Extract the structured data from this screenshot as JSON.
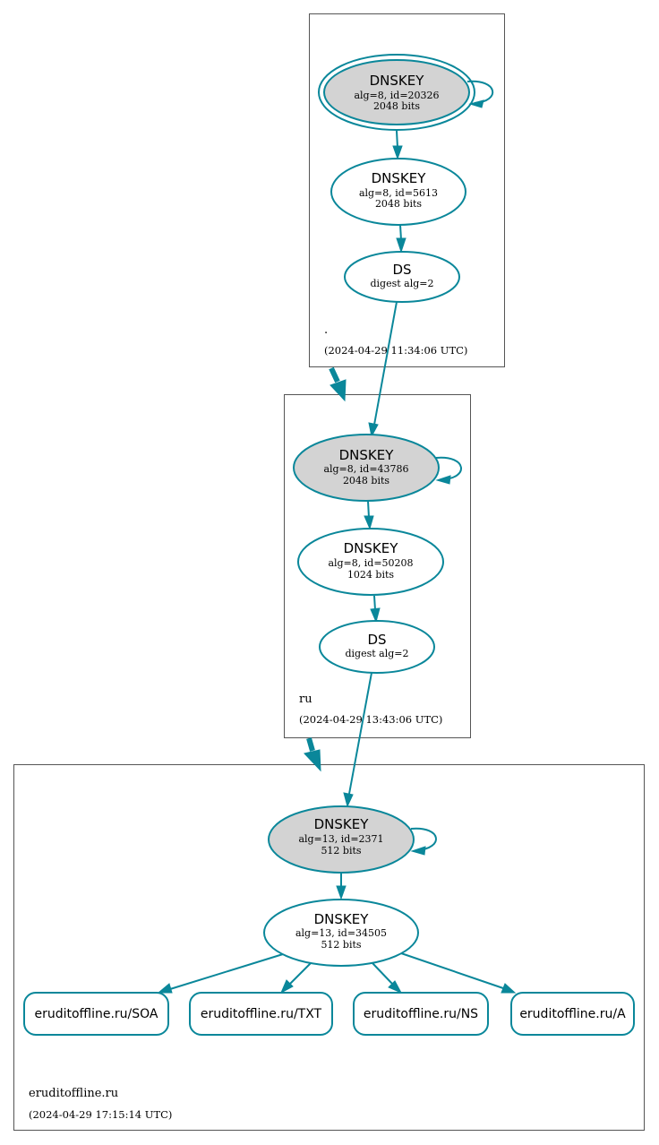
{
  "zones": {
    "root": {
      "name": ".",
      "timestamp": "(2024-04-29 11:34:06 UTC)",
      "ksk": {
        "title": "DNSKEY",
        "line1": "alg=8, id=20326",
        "line2": "2048 bits"
      },
      "zsk": {
        "title": "DNSKEY",
        "line1": "alg=8, id=5613",
        "line2": "2048 bits"
      },
      "ds": {
        "title": "DS",
        "line1": "digest alg=2"
      }
    },
    "ru": {
      "name": "ru",
      "timestamp": "(2024-04-29 13:43:06 UTC)",
      "ksk": {
        "title": "DNSKEY",
        "line1": "alg=8, id=43786",
        "line2": "2048 bits"
      },
      "zsk": {
        "title": "DNSKEY",
        "line1": "alg=8, id=50208",
        "line2": "1024 bits"
      },
      "ds": {
        "title": "DS",
        "line1": "digest alg=2"
      }
    },
    "erudit": {
      "name": "eruditoffline.ru",
      "timestamp": "(2024-04-29 17:15:14 UTC)",
      "ksk": {
        "title": "DNSKEY",
        "line1": "alg=13, id=2371",
        "line2": "512 bits"
      },
      "zsk": {
        "title": "DNSKEY",
        "line1": "alg=13, id=34505",
        "line2": "512 bits"
      },
      "rrsets": [
        "eruditoffline.ru/SOA",
        "eruditoffline.ru/TXT",
        "eruditoffline.ru/NS",
        "eruditoffline.ru/A"
      ]
    }
  },
  "colors": {
    "edge": "#0a879a",
    "ksk_fill": "#d3d3d3",
    "zone_border": "#555555"
  }
}
